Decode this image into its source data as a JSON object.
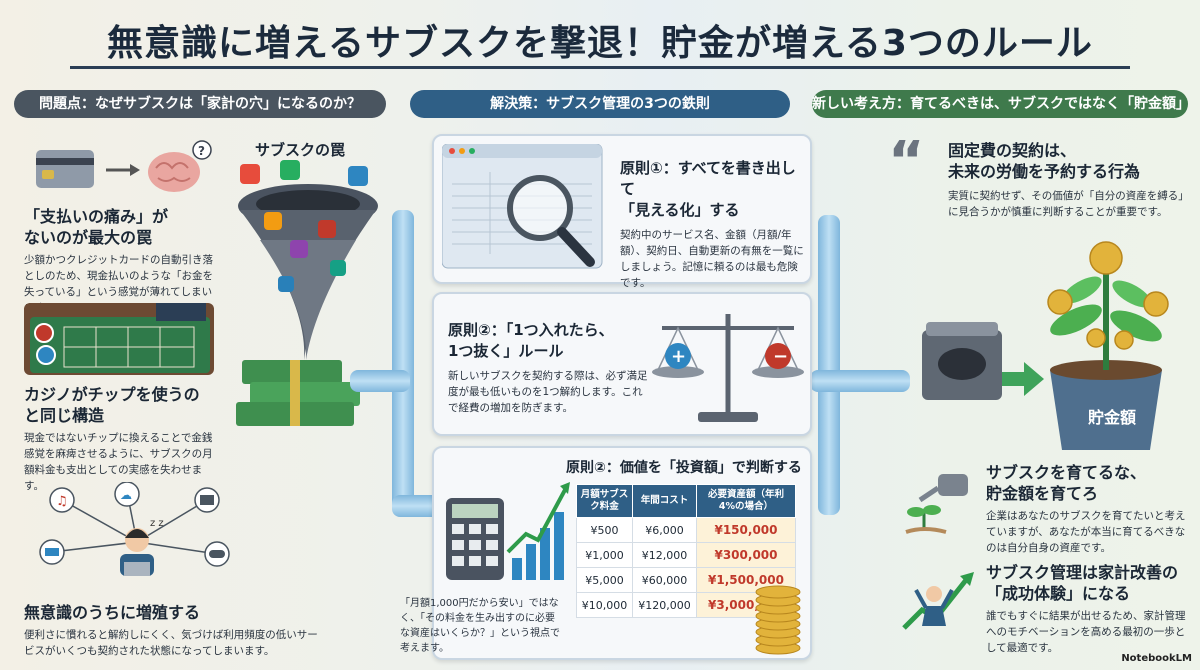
{
  "title": "無意識に増えるサブスクを撃退！貯金が増える3つのルール",
  "columns": {
    "left": "問題点：なぜサブスクは「家計の穴」になるのか？",
    "middle": "解決策：サブスク管理の3つの鉄則",
    "right": "新しい考え方：育てるべきは、サブスクではなく「貯金額」"
  },
  "left": {
    "trap_label": "サブスクの罠",
    "b1_title": "「支払いの痛み」が\nないのが最大の罠",
    "b1_text": "少額かつクレジットカードの自動引き落としのため、現金払いのような「お金を失っている」という感覚が薄れてしまいます。",
    "b2_title": "カジノがチップを使うの\nと同じ構造",
    "b2_text": "現金ではないチップに換えることで金銭感覚を麻痺させるように、サブスクの月額料金も支出としての実感を失わせます。",
    "b3_title": "無意識のうちに増殖する",
    "b3_text": "便利さに慣れると解約しにくく、気づけば利用頻度の低いサービスがいくつも契約された状態になってしまいます。"
  },
  "middle": {
    "r1_title": "原則①：すべてを書き出して\n「見える化」する",
    "r1_text": "契約中のサービス名、金額（月額/年額）、契約日、自動更新の有無を一覧にしましょう。記憶に頼るのは最も危険です。",
    "r2_title": "原則②：「1つ入れたら、\n1つ抜く」ルール",
    "r2_text": "新しいサブスクを契約する際は、必ず満足度が最も低いものを1つ解約します。これで経費の増加を防ぎます。",
    "r3_title": "原則②：価値を「投資額」で判断する",
    "r3_note": "「月額1,000円だから安い」ではなく、「その料金を生み出すのに必要な資産はいくらか？」という視点で考えます。",
    "table": {
      "headers": [
        "月額サブスク料金",
        "年間コスト",
        "必要資産額（年利4%の場合）"
      ],
      "rows": [
        [
          "¥500",
          "¥6,000",
          "¥150,000"
        ],
        [
          "¥1,000",
          "¥12,000",
          "¥300,000"
        ],
        [
          "¥5,000",
          "¥60,000",
          "¥1,500,000"
        ],
        [
          "¥10,000",
          "¥120,000",
          "¥3,000,000"
        ]
      ]
    }
  },
  "right": {
    "quote_title": "固定費の契約は、\n未来の労働を予約する行為",
    "quote_text": "実質に契約せず、その価値が「自分の資産を縛る」に見合うかが慎重に判断することが重要です。",
    "pot_label": "貯金額",
    "b1_title": "サブスクを育てるな、\n貯金額を育てろ",
    "b1_text": "企業はあなたのサブスクを育てたいと考えていますが、あなたが本当に育てるべきなのは自分自身の資産です。",
    "b2_title": "サブスク管理は家計改善の\n「成功体験」になる",
    "b2_text": "誰でもすぐに結果が出せるため、家計管理へのモチベーションを高める最初の一歩として最適です。"
  },
  "badge": "NotebookLM",
  "colors": {
    "accent_blue": "#2f5f86",
    "accent_green": "#3f7a4c",
    "accent_gray": "#4a5560",
    "highlight_red": "#c0392b"
  }
}
